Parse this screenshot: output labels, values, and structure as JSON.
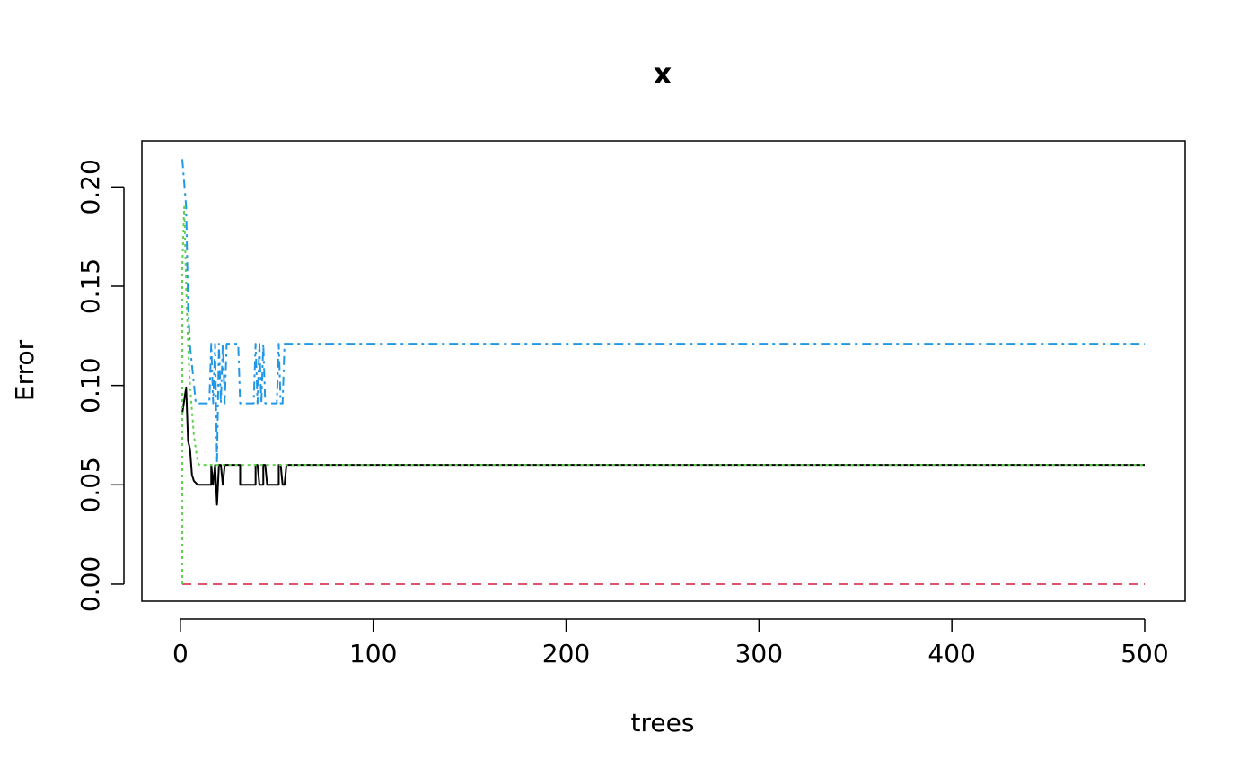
{
  "chart_data": {
    "type": "line",
    "title": "x",
    "xlabel": "trees",
    "ylabel": "Error",
    "xlim": [
      -19.96,
      520.96
    ],
    "ylim": [
      -0.0086,
      0.2232
    ],
    "xticks": [
      0,
      100,
      200,
      300,
      400,
      500
    ],
    "yticks": [
      0.0,
      0.05,
      0.1,
      0.15,
      0.2
    ],
    "xtick_labels": [
      "0",
      "100",
      "200",
      "300",
      "400",
      "500"
    ],
    "ytick_labels": [
      "0.00",
      "0.05",
      "0.10",
      "0.15",
      "0.20"
    ],
    "grid": false,
    "legend": "none",
    "series": [
      {
        "color": "#000000",
        "dash": "",
        "points": [
          [
            1,
            0.086
          ],
          [
            3,
            0.099
          ],
          [
            4,
            0.072
          ],
          [
            5,
            0.068
          ],
          [
            6,
            0.055
          ],
          [
            7,
            0.052
          ],
          [
            9,
            0.05
          ],
          [
            16,
            0.05
          ],
          [
            16,
            0.06
          ],
          [
            17,
            0.05
          ],
          [
            18,
            0.06
          ],
          [
            19,
            0.04
          ],
          [
            20,
            0.06
          ],
          [
            21,
            0.06
          ],
          [
            22,
            0.05
          ],
          [
            23,
            0.06
          ],
          [
            31,
            0.06
          ],
          [
            31,
            0.05
          ],
          [
            39,
            0.05
          ],
          [
            39,
            0.06
          ],
          [
            40,
            0.06
          ],
          [
            41,
            0.05
          ],
          [
            43,
            0.05
          ],
          [
            43,
            0.06
          ],
          [
            44,
            0.06
          ],
          [
            45,
            0.05
          ],
          [
            51,
            0.05
          ],
          [
            51,
            0.06
          ],
          [
            52,
            0.06
          ],
          [
            53,
            0.05
          ],
          [
            54,
            0.05
          ],
          [
            55,
            0.06
          ],
          [
            500,
            0.06
          ]
        ]
      },
      {
        "color": "#DF536B",
        "dash": "10,7",
        "points": [
          [
            1,
            0.0
          ],
          [
            500,
            0.0
          ]
        ]
      },
      {
        "color": "#61D04F",
        "dash": "3,4",
        "points": [
          [
            1,
            0.0
          ],
          [
            1,
            0.16
          ],
          [
            2,
            0.19
          ],
          [
            3,
            0.15
          ],
          [
            4,
            0.12
          ],
          [
            5,
            0.1
          ],
          [
            7,
            0.075
          ],
          [
            9,
            0.061
          ],
          [
            10,
            0.06
          ],
          [
            500,
            0.06
          ]
        ]
      },
      {
        "color": "#2297E6",
        "dash": "10,5,3,5",
        "points": [
          [
            1,
            0.214
          ],
          [
            3,
            0.19
          ],
          [
            4,
            0.14
          ],
          [
            5,
            0.12
          ],
          [
            7,
            0.101
          ],
          [
            8,
            0.091
          ],
          [
            15,
            0.091
          ],
          [
            16,
            0.121
          ],
          [
            17,
            0.091
          ],
          [
            18,
            0.121
          ],
          [
            19,
            0.061
          ],
          [
            20,
            0.121
          ],
          [
            21,
            0.091
          ],
          [
            22,
            0.121
          ],
          [
            23,
            0.091
          ],
          [
            24,
            0.121
          ],
          [
            30,
            0.121
          ],
          [
            31,
            0.091
          ],
          [
            38,
            0.091
          ],
          [
            39,
            0.121
          ],
          [
            40,
            0.091
          ],
          [
            41,
            0.121
          ],
          [
            42,
            0.091
          ],
          [
            43,
            0.121
          ],
          [
            44,
            0.091
          ],
          [
            50,
            0.091
          ],
          [
            51,
            0.121
          ],
          [
            52,
            0.091
          ],
          [
            53,
            0.091
          ],
          [
            54,
            0.121
          ],
          [
            500,
            0.121
          ]
        ]
      }
    ]
  }
}
